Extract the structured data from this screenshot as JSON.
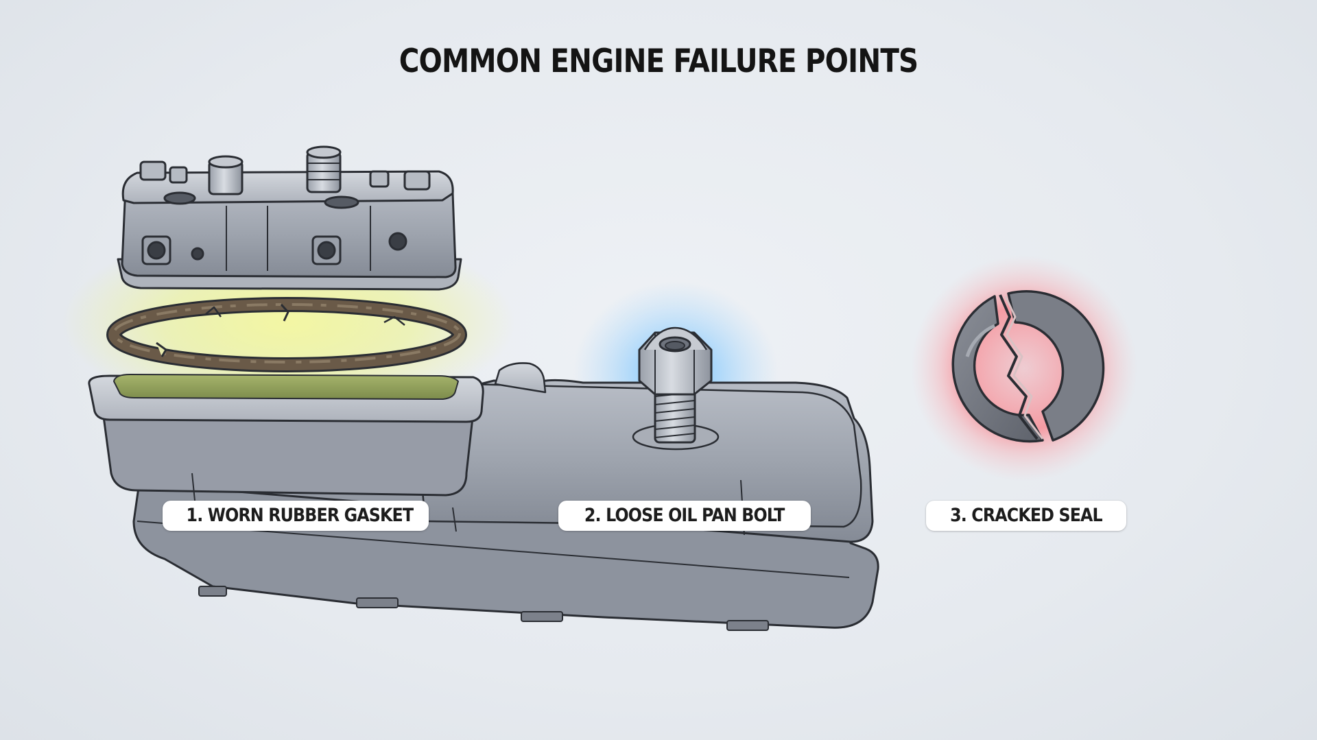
{
  "title": "COMMON ENGINE FAILURE POINTS",
  "labels": [
    {
      "text": "1. WORN RUBBER GASKET"
    },
    {
      "text": "2. LOOSE OIL PAN BOLT"
    },
    {
      "text": "3. CRACKED SEAL"
    }
  ],
  "colors": {
    "background": "#e6eaef",
    "metal": "#9ea3ad",
    "outline": "#2a2d33",
    "gasket": "#6a5a48",
    "glow_gasket": "#e8f06a",
    "glow_bolt": "#3aa8ff",
    "glow_seal": "#ff4a55",
    "oil": "#8a9a58"
  },
  "icons": [
    "cylinder-head-icon",
    "gasket-ring-icon",
    "oil-pan-icon",
    "drain-bolt-icon",
    "cracked-seal-icon"
  ]
}
